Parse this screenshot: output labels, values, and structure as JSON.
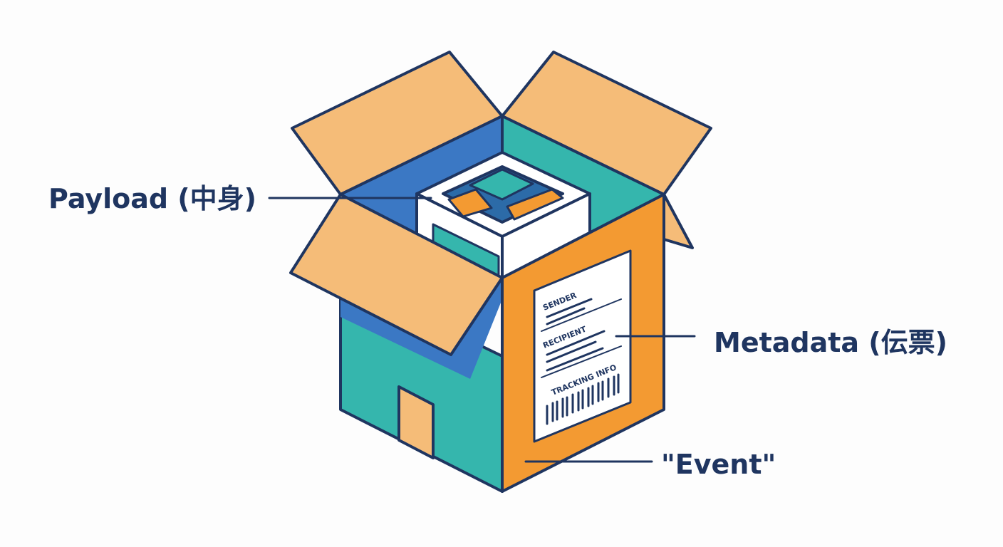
{
  "callouts": {
    "payload": "Payload (中身)",
    "metadata": "Metadata (伝票)",
    "event": "\"Event\""
  },
  "shipping_label": {
    "sender": "SENDER",
    "recipient": "RECIPIENT",
    "tracking": "TRACKING INFO"
  },
  "colors": {
    "outline": "#1f3560",
    "flap": "#f5bc78",
    "teal": "#35b6ad",
    "blue": "#3b78c4",
    "orange": "#f39a32",
    "label_bg": "#ffffff",
    "background": "#fdfdfd"
  }
}
